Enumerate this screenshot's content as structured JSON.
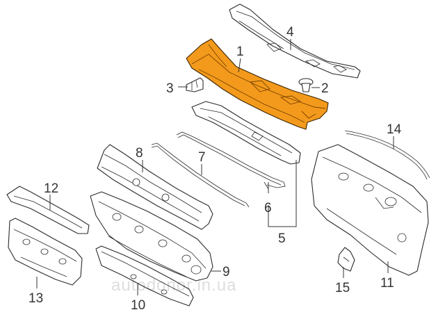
{
  "callouts": {
    "c1": "1",
    "c2": "2",
    "c3": "3",
    "c4": "4",
    "c5": "5",
    "c6": "6",
    "c7": "7",
    "c8": "8",
    "c9": "9",
    "c10": "10",
    "c11": "11",
    "c12": "12",
    "c13": "13",
    "c14": "14",
    "c15": "15"
  },
  "watermark": "autodonor.in.ua",
  "colors": {
    "highlight": "#f39a1c",
    "line": "#2a2a2a",
    "background": "#ffffff"
  }
}
